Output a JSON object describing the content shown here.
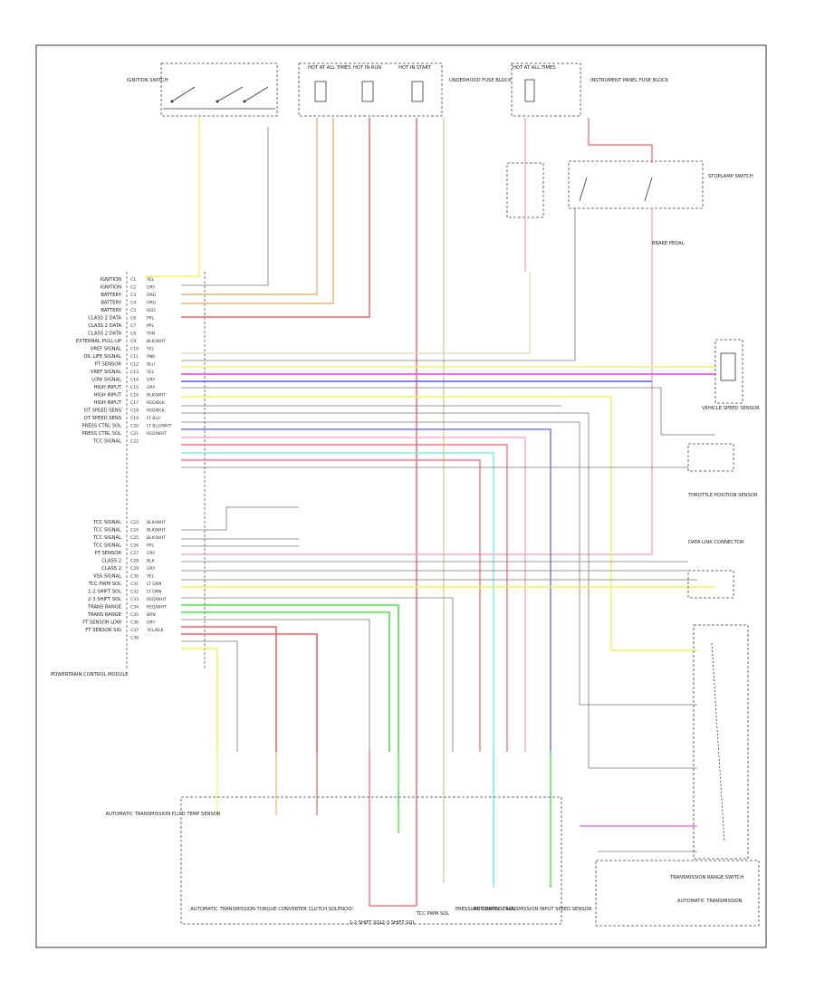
{
  "footer": {
    "code": ""
  },
  "left_pins": [
    {
      "label": "IGNITION",
      "pin": "C1",
      "wire": "YEL"
    },
    {
      "label": "IGNITION",
      "pin": "C2",
      "wire": "GRY"
    },
    {
      "label": "BATTERY",
      "pin": "C3",
      "wire": "ORG"
    },
    {
      "label": "BATTERY",
      "pin": "C4",
      "wire": "ORG"
    },
    {
      "label": "BATTERY",
      "pin": "C5",
      "wire": "RED"
    },
    {
      "label": "CLASS 2 DATA",
      "pin": "C6",
      "wire": "PPL"
    },
    {
      "label": "CLASS 2 DATA",
      "pin": "C7",
      "wire": "PPL"
    },
    {
      "label": "CLASS 2 DATA",
      "pin": "C8",
      "wire": "TAN"
    },
    {
      "label": "EXTERNAL PULL-UP",
      "pin": "C9",
      "wire": "BLK/WHT"
    },
    {
      "label": "VREF SIGNAL",
      "pin": "C10",
      "wire": "YEL"
    },
    {
      "label": "OIL LIFE SIGNAL",
      "pin": "C11",
      "wire": "PNK"
    },
    {
      "label": "PT SENSOR",
      "pin": "C12",
      "wire": "BLU"
    },
    {
      "label": "VREF SIGNAL",
      "pin": "C13",
      "wire": "YEL"
    },
    {
      "label": "LOW SIGNAL",
      "pin": "C14",
      "wire": "GRY"
    },
    {
      "label": "HIGH INPUT",
      "pin": "C15",
      "wire": "GRY"
    },
    {
      "label": "HIGH INPUT",
      "pin": "C16",
      "wire": "BLK/WHT"
    },
    {
      "label": "HIGH INPUT",
      "pin": "C17",
      "wire": "RED/BLK"
    },
    {
      "label": "OT SPEED SENS",
      "pin": "C18",
      "wire": "RED/BLK"
    },
    {
      "label": "OT SPEED SENS",
      "pin": "C19",
      "wire": "LT BLU"
    },
    {
      "label": "PRESS CTRL SOL",
      "pin": "C20",
      "wire": "LT BLU/WHT"
    },
    {
      "label": "PRESS CTRL SOL",
      "pin": "C21",
      "wire": "RED/WHT"
    },
    {
      "label": "TCC SIGNAL",
      "pin": "C22",
      "wire": ""
    }
  ],
  "left_pins2": [
    {
      "label": "TCC SIGNAL",
      "pin": "C23",
      "wire": "BLK/WHT"
    },
    {
      "label": "TCC SIGNAL",
      "pin": "C24",
      "wire": "BLK/WHT"
    },
    {
      "label": "TCC SIGNAL",
      "pin": "C25",
      "wire": "BLK/WHT"
    },
    {
      "label": "TCC SIGNAL",
      "pin": "C26",
      "wire": "PPL"
    },
    {
      "label": "PT SENSOR",
      "pin": "C27",
      "wire": "GRY"
    },
    {
      "label": "CLASS 2",
      "pin": "C28",
      "wire": "BLK"
    },
    {
      "label": "CLASS 2",
      "pin": "C29",
      "wire": "GRY"
    },
    {
      "label": "VSS SIGNAL",
      "pin": "C30",
      "wire": "YEL"
    },
    {
      "label": "TCC PWM SOL",
      "pin": "C31",
      "wire": "LT GRN"
    },
    {
      "label": "1-2 SHIFT SOL",
      "pin": "C32",
      "wire": "LT GRN"
    },
    {
      "label": "2-3 SHIFT SOL",
      "pin": "C33",
      "wire": "RED/WHT"
    },
    {
      "label": "TRANS RANGE",
      "pin": "C34",
      "wire": "RED/WHT"
    },
    {
      "label": "TRANS RANGE",
      "pin": "C35",
      "wire": "BRN"
    },
    {
      "label": "FT SENSOR LOW",
      "pin": "C36",
      "wire": "GRY"
    },
    {
      "label": "FT SENSOR SIG",
      "pin": "C37",
      "wire": "YEL/BLK"
    },
    {
      "label": "",
      "pin": "C38",
      "wire": ""
    }
  ],
  "module_label": "POWERTRAIN CONTROL MODULE",
  "top_labels": {
    "ignition": "IGNITION SWITCH",
    "fuse_a": "HOT AT ALL TIMES",
    "fuse_b": "HOT IN RUN",
    "fuse_c": "HOT IN START",
    "underhood": "UNDERHOOD FUSE BLOCK",
    "fuse_d": "HOT AT ALL TIMES",
    "instr": "INSTRUMENT PANEL FUSE BLOCK"
  },
  "right_labels": {
    "stoplamp": "STOPLAMP SWITCH",
    "brake": "BRAKE PEDAL",
    "vss": "VEHICLE SPEED SENSOR",
    "tps": "THROTTLE POSITION SENSOR",
    "dlc": "DATA LINK CONNECTOR",
    "range": "TRANSMISSION RANGE SWITCH",
    "trans": "AUTOMATIC TRANSMISSION"
  },
  "bottom_labels": [
    "AUTOMATIC TRANSMISSION FLUID TEMP SENSOR",
    "AUTOMATIC TRANSMISSION TORQUE CONVERTER CLUTCH SOLENOID",
    "1-2 SHIFT SOL",
    "2-3 SHIFT SOL",
    "TCC PWM SOL",
    "PRESSURE CONTROL SOL",
    "AUTOMATIC TRANSMISSION INPUT SPEED SENSOR"
  ],
  "colors": {
    "yellow": "#f2f25a",
    "orange": "#f5b06a",
    "red": "#f4606a",
    "pink": "#f59ac0",
    "magenta": "#e65ce0",
    "blue": "#5a5ae6",
    "cyan": "#7ee8e8",
    "green": "#4fe04f",
    "gray": "#777777",
    "tan": "#d7cfa8"
  }
}
